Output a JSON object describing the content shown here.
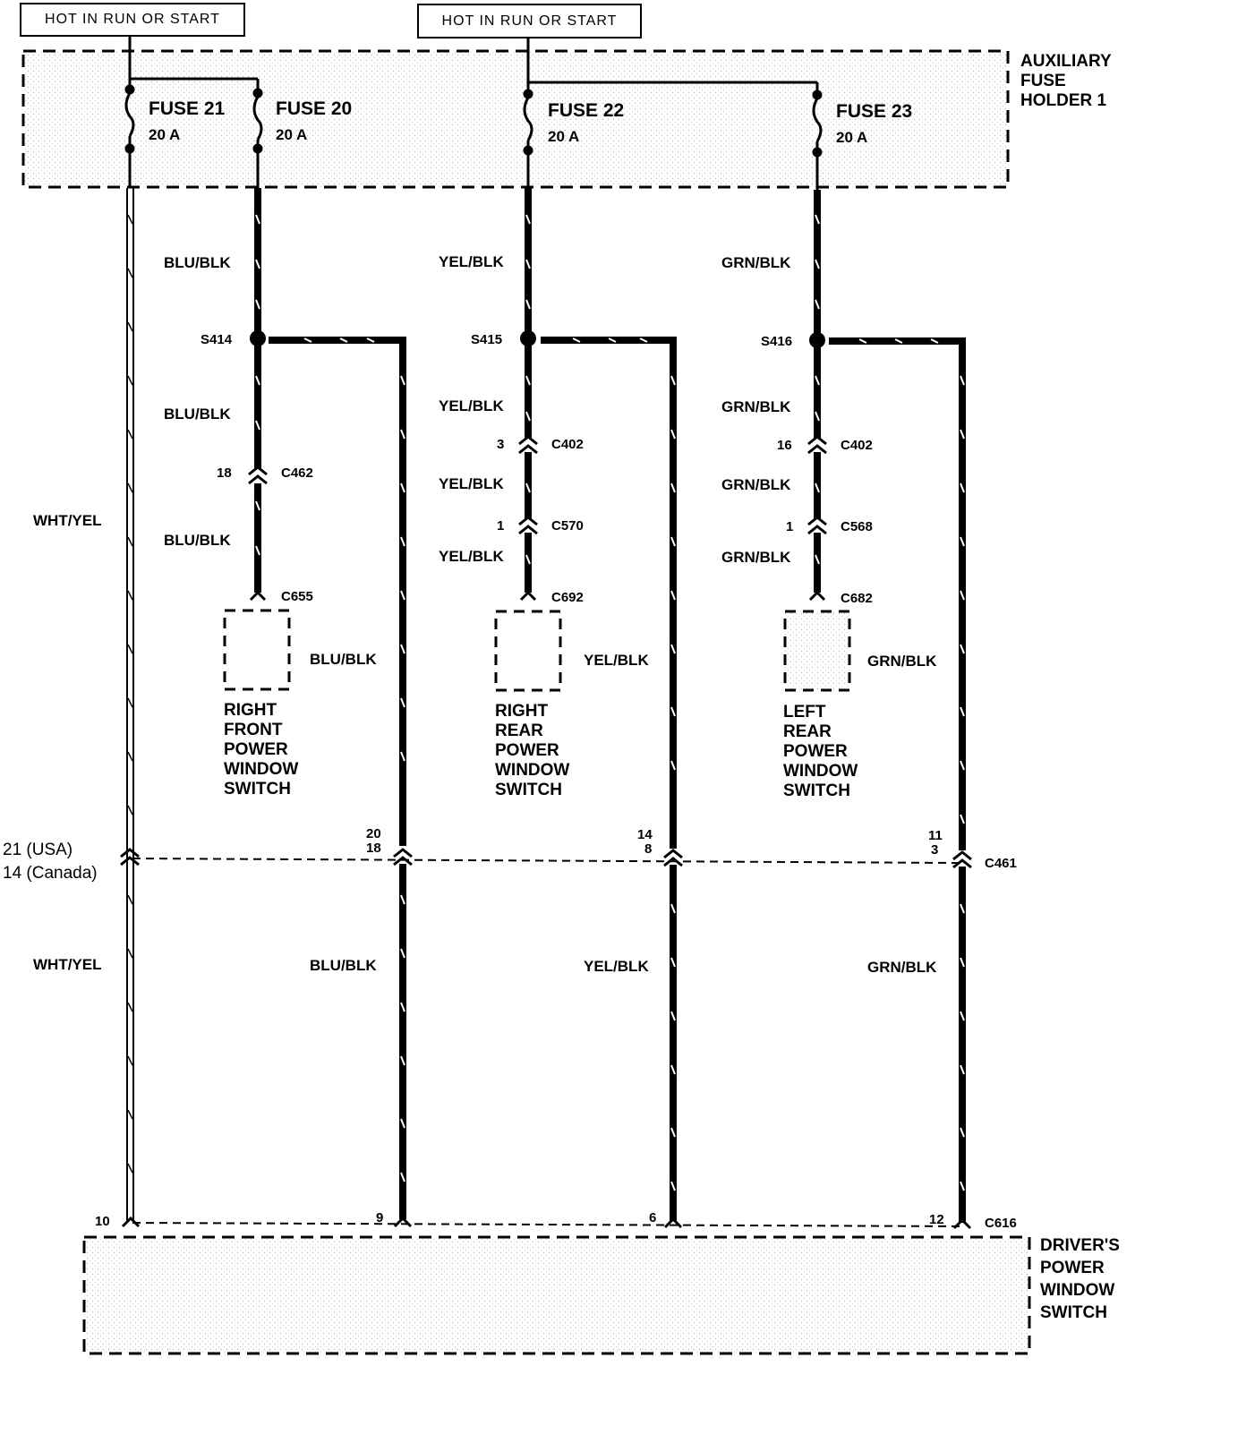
{
  "power_sources": [
    {
      "label": "HOT IN RUN OR START"
    },
    {
      "label": "HOT IN RUN OR START"
    }
  ],
  "fuse_holder": {
    "label_lines": [
      "AUXILIARY",
      "FUSE",
      "HOLDER 1"
    ]
  },
  "fuses": [
    {
      "name": "FUSE 21",
      "rating": "20 A"
    },
    {
      "name": "FUSE 20",
      "rating": "20 A"
    },
    {
      "name": "FUSE 22",
      "rating": "20 A"
    },
    {
      "name": "FUSE 23",
      "rating": "20 A"
    }
  ],
  "wires": {
    "wht_yel": "WHT/YEL",
    "blu_blk": "BLU/BLK",
    "yel_blk": "YEL/BLK",
    "grn_blk": "GRN/BLK"
  },
  "splices": [
    "S414",
    "S415",
    "S416"
  ],
  "connectors": {
    "c462": {
      "name": "C462",
      "pin": "18"
    },
    "c402_a": {
      "name": "C402",
      "pin": "3"
    },
    "c402_b": {
      "name": "C402",
      "pin": "16"
    },
    "c570": {
      "name": "C570",
      "pin": "1"
    },
    "c568": {
      "name": "C568",
      "pin": "1"
    },
    "c655": {
      "name": "C655"
    },
    "c692": {
      "name": "C692"
    },
    "c682": {
      "name": "C682"
    },
    "c461": {
      "name": "C461",
      "pins": [
        "21 (USA)",
        "14 (Canada)",
        "20",
        "18",
        "14",
        "8",
        "11",
        "3"
      ]
    },
    "c616": {
      "name": "C616",
      "pins": [
        "10",
        "9",
        "6",
        "12"
      ]
    }
  },
  "switches": [
    {
      "lines": [
        "RIGHT",
        "FRONT",
        "POWER",
        "WINDOW",
        "SWITCH"
      ]
    },
    {
      "lines": [
        "RIGHT",
        "REAR",
        "POWER",
        "WINDOW",
        "SWITCH"
      ]
    },
    {
      "lines": [
        "LEFT",
        "REAR",
        "POWER",
        "WINDOW",
        "SWITCH"
      ]
    }
  ],
  "driver_switch": {
    "lines": [
      "DRIVER'S",
      "POWER",
      "WINDOW",
      "SWITCH"
    ]
  }
}
